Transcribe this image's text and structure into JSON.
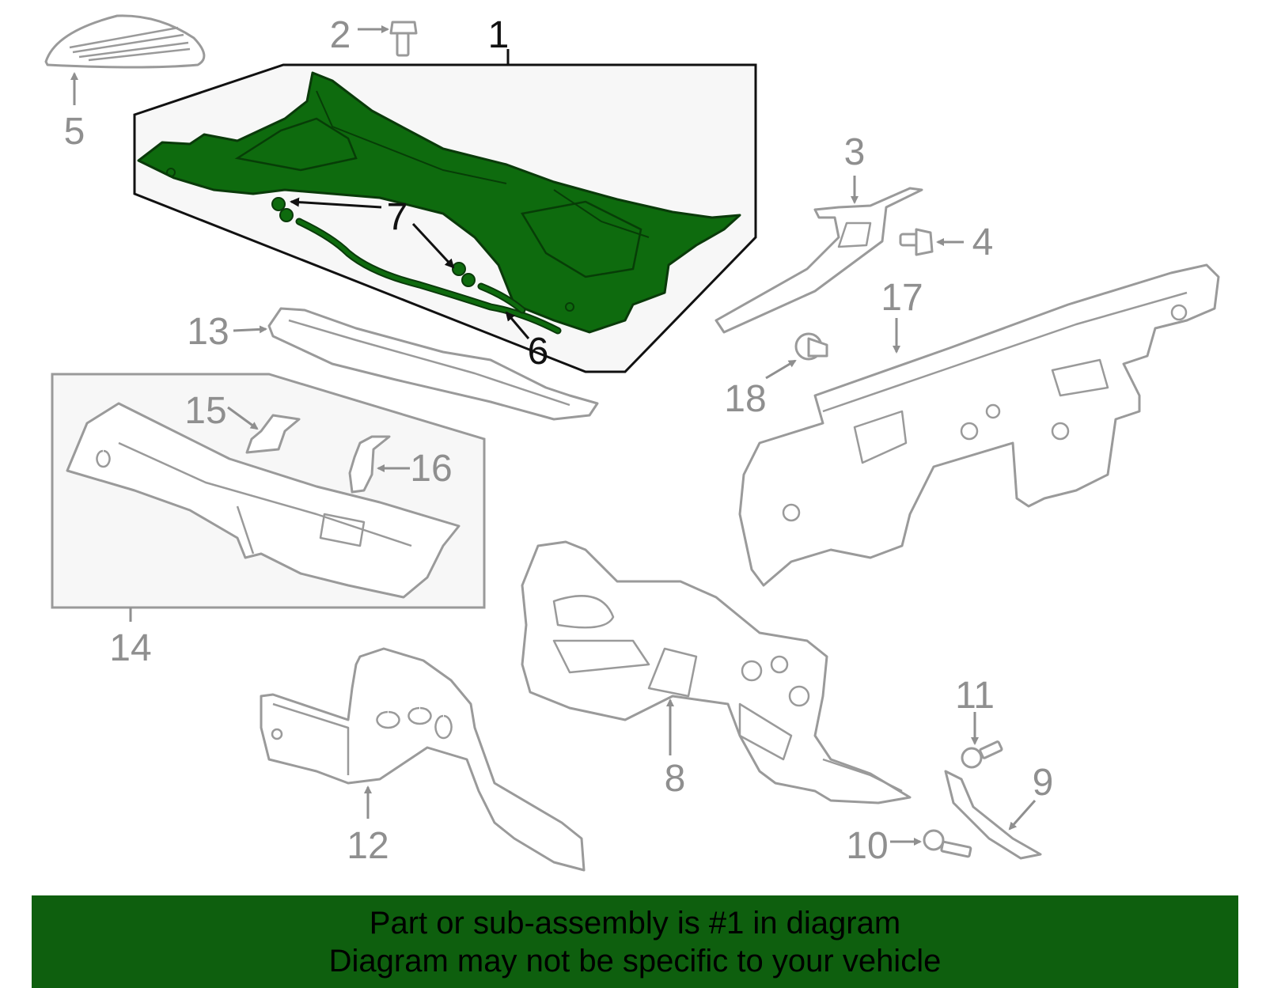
{
  "callouts": {
    "c1": "1",
    "c2": "2",
    "c3": "3",
    "c4": "4",
    "c5": "5",
    "c6": "6",
    "c7": "7",
    "c8": "8",
    "c9": "9",
    "c10": "10",
    "c11": "11",
    "c12": "12",
    "c13": "13",
    "c14": "14",
    "c15": "15",
    "c16": "16",
    "c17": "17",
    "c18": "18"
  },
  "banner": {
    "line1": "Part or sub-assembly is #1 in diagram",
    "line2": "Diagram may not be specific to your vehicle"
  },
  "colors": {
    "highlight_part": "#0e6b0e",
    "banner_background": "#0e5f0e",
    "callout_gray": "#8f8f8f",
    "callout_main": "#111111"
  }
}
